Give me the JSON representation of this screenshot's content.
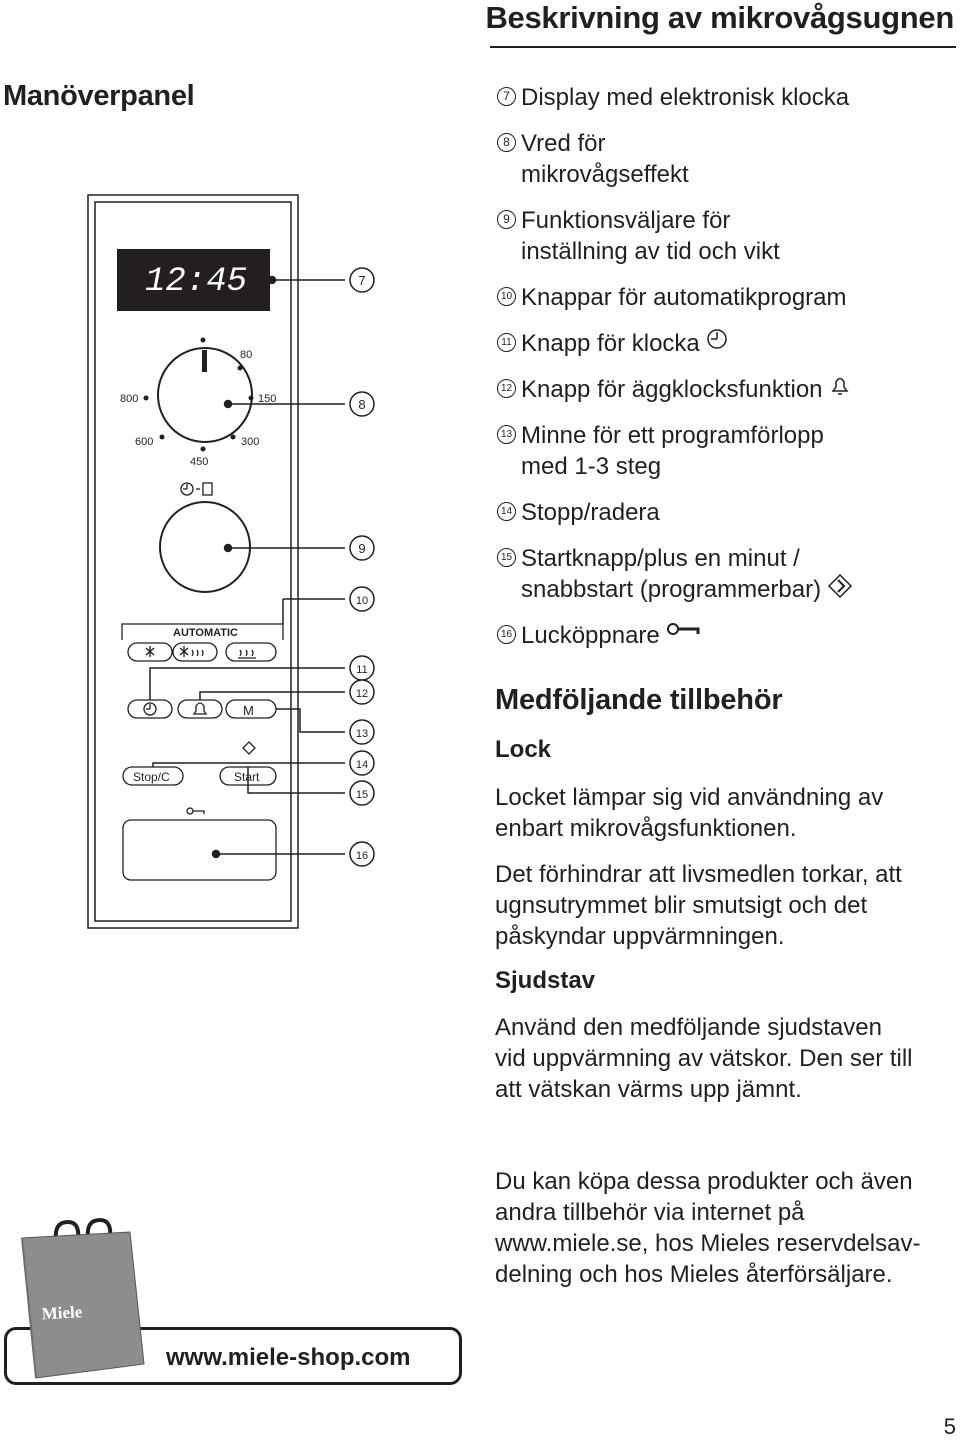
{
  "header": {
    "title": "Beskrivning av mikrovågsugnen"
  },
  "section_title": "Manöverpanel",
  "legend": [
    {
      "num": "7",
      "text": "Display med elektronisk klocka",
      "icon": ""
    },
    {
      "num": "8",
      "text": "Vred för\nmikrovågseffekt",
      "icon": ""
    },
    {
      "num": "9",
      "text": "Funktionsväljare för\ninställning av tid och vikt",
      "icon": ""
    },
    {
      "num": "10",
      "text": "Knappar för automatikprogram",
      "icon": ""
    },
    {
      "num": "11",
      "text": "Knapp för klocka",
      "icon": "clock-icon"
    },
    {
      "num": "12",
      "text": "Knapp för äggklocksfunktion",
      "icon": "bell-icon"
    },
    {
      "num": "13",
      "text": "Minne för ett programförlopp\nmed 1-3 steg",
      "icon": ""
    },
    {
      "num": "14",
      "text": "Stopp/radera",
      "icon": ""
    },
    {
      "num": "15",
      "text": "Startknapp/plus en minut /\nsnabbstart (programmerbar)",
      "icon": "start-diamond-icon"
    },
    {
      "num": "16",
      "text": "Lucköppnare",
      "icon": "key-icon"
    }
  ],
  "panel": {
    "display_time": "12:45",
    "dial_labels": [
      "80",
      "150",
      "300",
      "450",
      "600",
      "800"
    ],
    "automatic_label": "AUTOMATIC",
    "memory_button": "M",
    "stop_button": "Stop/C",
    "start_button": "Start",
    "callouts": [
      "7",
      "8",
      "9",
      "10",
      "11",
      "12",
      "13",
      "14",
      "15",
      "16"
    ]
  },
  "accessories": {
    "title": "Medföljande tillbehör",
    "lid_heading": "Lock",
    "lid_p1": "Locket lämpar sig vid användning av\nenbart mikrovågsfunktionen.",
    "lid_p2": "Det förhindrar att livsmedlen torkar, att\nugnsutrymmet blir smutsigt och det\npåskyndar uppvärmningen.",
    "rod_heading": "Sjudstav",
    "rod_p": "Använd den medföljande sjudstaven\nvid uppvärmning av vätskor. Den ser till\natt vätskan värms upp jämnt."
  },
  "shop": {
    "text": "Du kan köpa dessa produkter och även\nandra tillbehör via internet på\nwww.miele.se, hos Mieles reservdelsav-\ndelning och hos Mieles återförsäljare.",
    "url": "www.miele-shop.com",
    "bag_brand": "Miele"
  },
  "page_number": "5"
}
